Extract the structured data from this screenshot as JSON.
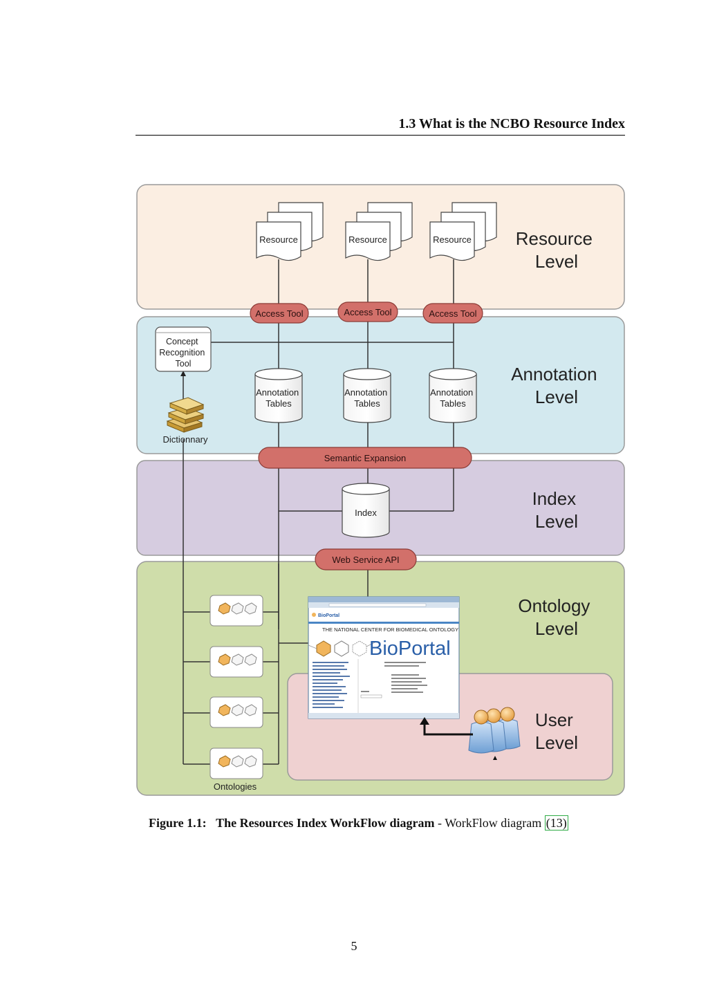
{
  "header": {
    "running_head": "1.3 What is the NCBO Resource Index"
  },
  "diagram": {
    "levels": {
      "resource": [
        "Resource",
        "Level"
      ],
      "annotation": [
        "Annotation",
        "Level"
      ],
      "index": [
        "Index",
        "Level"
      ],
      "ontology": [
        "Ontology",
        "Level"
      ],
      "user": [
        "User",
        "Level"
      ]
    },
    "resource_label": "Resource",
    "access_tool_label": "Access Tool",
    "concept_tool": [
      "Concept",
      "Recognition",
      "Tool"
    ],
    "dictionary_label": "Dictionnary",
    "annotation_tables": [
      "Annotation",
      "Tables"
    ],
    "semantic_expansion_label": "Semantic Expansion",
    "index_label": "Index",
    "web_service_label": "Web Service API",
    "ontologies_label": "Ontologies",
    "bioportal": {
      "banner": "THE NATIONAL CENTER FOR BIOMEDICAL ONTOLOGY",
      "logo": "BioPortal",
      "small_logo": "BioPortal"
    },
    "colors": {
      "resource_bg": "#fbeee2",
      "annotation_bg": "#d3e9ef",
      "index_bg": "#d6cce0",
      "ontology_bg": "#cfddaa",
      "user_bg": "#efd1d1",
      "pill": "#d2706a"
    }
  },
  "caption": {
    "label": "Figure 1.1:",
    "title": "The Resources Index WorkFlow diagram",
    "separator": "-",
    "text": "WorkFlow diagram",
    "ref": "(13)"
  },
  "page_number": "5"
}
